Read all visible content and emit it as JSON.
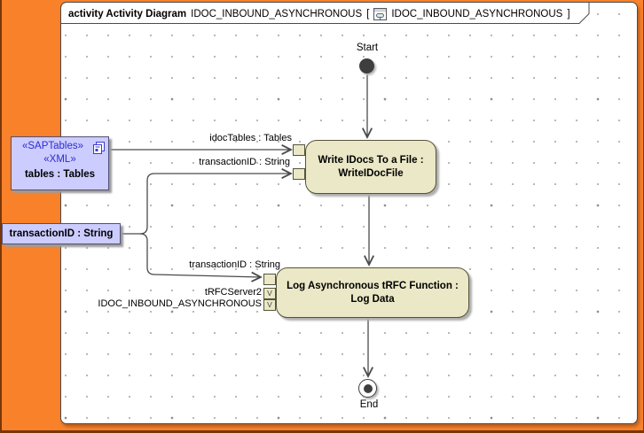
{
  "colors": {
    "orange_bg": "#F9812A",
    "dark_edge": "#7A3608",
    "action_fill": "#EAE8C6",
    "action_border": "#54543B",
    "object_fill": "#CCCCFF",
    "object_border": "#50507A",
    "stereotype_blue": "#2C2CCF",
    "edge_line": "#4A4A4A"
  },
  "frame_title": {
    "keyword": "activity Activity Diagram",
    "diagram_name": "IDOC_INBOUND_ASYNCHRONOUS",
    "open_bracket": "[",
    "icon": "activity-diagram-icon",
    "context_name": "IDOC_INBOUND_ASYNCHRONOUS",
    "close_bracket": "]"
  },
  "diagram": {
    "start_label": "Start",
    "end_label": "End",
    "actions": [
      {
        "line1": "Write IDocs To a File :",
        "line2": "WriteIDocFile"
      },
      {
        "line1": "Log Asynchronous tRFC Function :",
        "line2": "Log Data"
      }
    ],
    "object_nodes": {
      "sap_tables": {
        "stereotype_1": "«SAPTables»",
        "stereotype_2": "«XML»",
        "name": "tables : Tables",
        "icon": "copies-icon"
      },
      "transaction_id": {
        "name": "transactionID : String"
      }
    },
    "pins": {
      "value_glyph": "V"
    },
    "edge_labels": {
      "idoc_tables": "idocTables : Tables",
      "transaction_id_upper": "transactionID : String",
      "transaction_id_lower": "transactionID : String",
      "trfc_server": "tRFCServer2",
      "idoc_inbound": "IDOC_INBOUND_ASYNCHRONOUS"
    }
  }
}
